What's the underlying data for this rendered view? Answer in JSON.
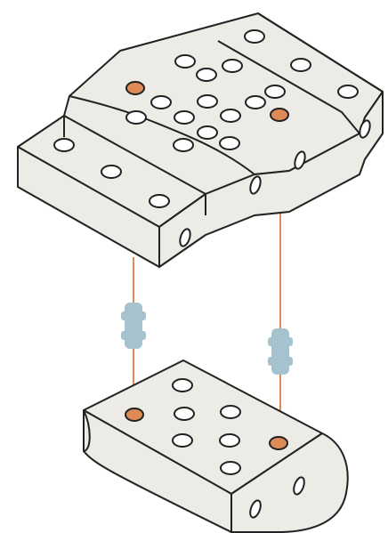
{
  "diagram": {
    "colors": {
      "background": "#ffffff",
      "block_fill": "#ecebe6",
      "outline": "#222222",
      "hole_fill": "#ffffff",
      "highlight_hole": "#de8a57",
      "wire": "#de8a57",
      "connector": "#a7c2cf"
    },
    "parts": [
      {
        "name": "upper-block",
        "kind": "stepped block with a raised curved center section",
        "hole_count": 24,
        "highlighted_holes": 2
      },
      {
        "name": "lower-block",
        "kind": "rounded cylinder-like base block",
        "hole_count": 9,
        "highlighted_holes": 2
      },
      {
        "name": "left-link",
        "kind": "wire with inline connector"
      },
      {
        "name": "right-link",
        "kind": "wire with inline connector"
      }
    ]
  }
}
